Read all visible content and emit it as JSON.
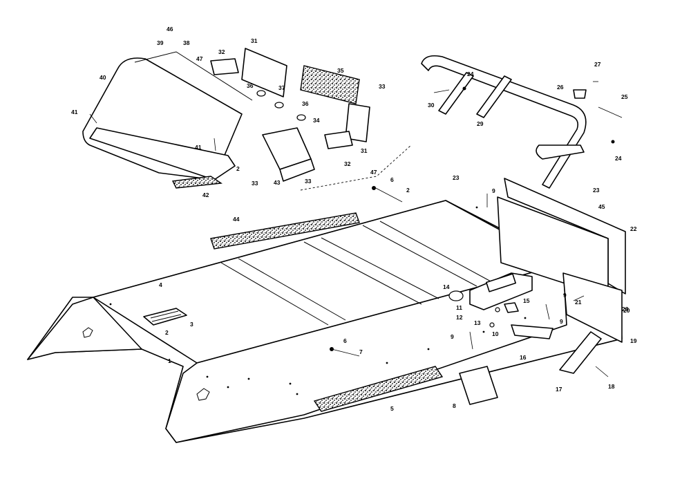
{
  "diagram": {
    "callouts": [
      "1",
      "2",
      "2",
      "2",
      "3",
      "4",
      "5",
      "6",
      "6",
      "7",
      "8",
      "9",
      "9",
      "9",
      "9",
      "10",
      "11",
      "12",
      "13",
      "14",
      "15",
      "16",
      "17",
      "18",
      "19",
      "20",
      "21",
      "22",
      "23",
      "23",
      "24",
      "24",
      "25",
      "26",
      "27",
      "28",
      "29",
      "30",
      "31",
      "31",
      "32",
      "32",
      "33",
      "33",
      "33",
      "34",
      "35",
      "36",
      "36",
      "37",
      "38",
      "39",
      "40",
      "41",
      "41",
      "42",
      "43",
      "44",
      "45",
      "46",
      "47",
      "47"
    ]
  }
}
